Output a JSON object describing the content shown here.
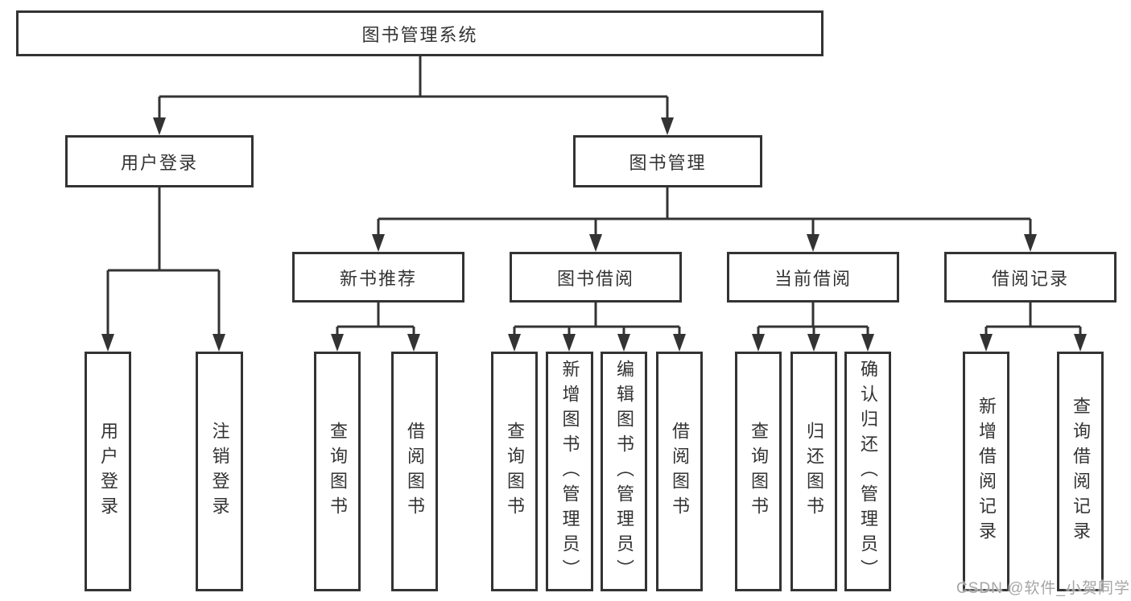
{
  "colors": {
    "line": "#333333",
    "node_border": "#333333",
    "text": "#333333",
    "background": "#ffffff",
    "watermark": "#9e9e9e"
  },
  "tree": {
    "root": {
      "label": "图书管理系统"
    },
    "user_login": {
      "label": "用户登录",
      "children": [
        "用户登录",
        "注销登录"
      ]
    },
    "book_management": {
      "label": "图书管理",
      "sections": [
        {
          "label": "新书推荐",
          "children": [
            "查询图书",
            "借阅图书"
          ]
        },
        {
          "label": "图书借阅",
          "children": [
            "查询图书",
            "新增图书（管理员）",
            "编辑图书（管理员）",
            "借阅图书"
          ]
        },
        {
          "label": "当前借阅",
          "children": [
            "查询图书",
            "归还图书",
            "确认归还（管理员）"
          ]
        },
        {
          "label": "借阅记录",
          "children": [
            "新增借阅记录",
            "查询借阅记录"
          ]
        }
      ]
    }
  },
  "watermark": "CSDN @软件_小贺同学"
}
